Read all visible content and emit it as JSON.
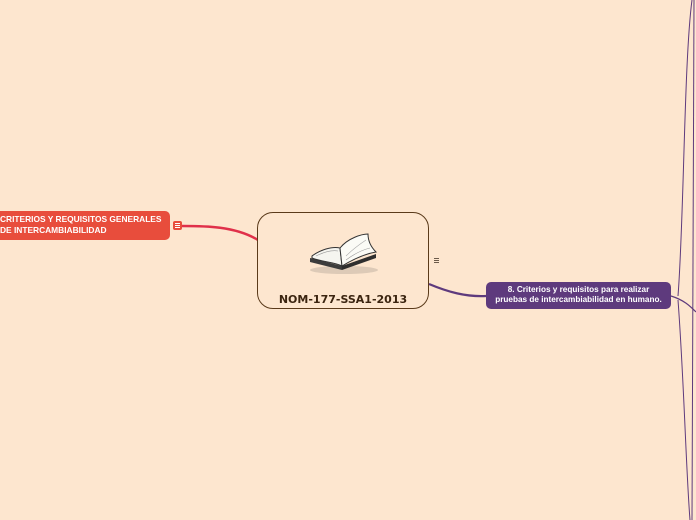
{
  "central_topic": {
    "title": "NOM-177-SSA1-2013",
    "icon": "open-book-icon"
  },
  "left_branch": {
    "lines": [
      "CRITERIOS Y REQUISITOS GENERALES",
      "DE INTERCAMBIABILIDAD"
    ],
    "color": "#e84d3c",
    "icon": "notes-icon"
  },
  "right_branch": {
    "lines": [
      "8. Criterios y requisitos para realizar",
      "pruebas de intercambiabilidad en humano."
    ],
    "color": "#5e3a7d"
  },
  "colors": {
    "background": "#fde6cf",
    "center_border": "#5a3a1a",
    "left_connector": "#e0304a",
    "right_connector": "#5e3a7d"
  }
}
